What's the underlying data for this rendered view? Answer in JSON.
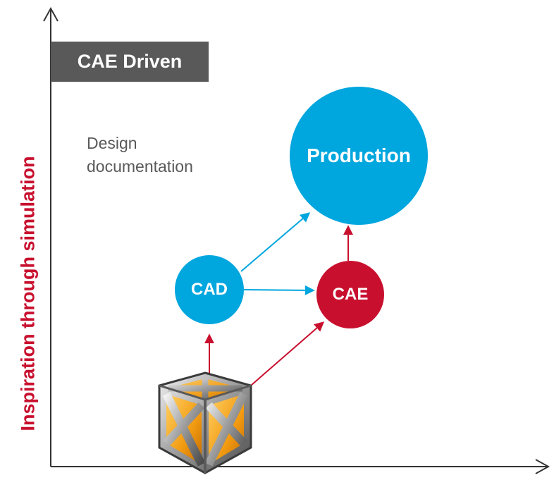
{
  "title": "CAE Driven",
  "y_axis_label": "Inspiration through simulation",
  "annotation": [
    "Design",
    "documentation"
  ],
  "nodes": {
    "production": "Production",
    "cad": "CAD",
    "cae": "CAE"
  },
  "colors": {
    "blue": "#00a6de",
    "red": "#c8102e",
    "title_bg": "#595959",
    "axis": "#333333",
    "cube_frame": "#a8a8a8",
    "cube_panels": "#f29b11"
  },
  "logo_icon": "cube-logo-icon"
}
